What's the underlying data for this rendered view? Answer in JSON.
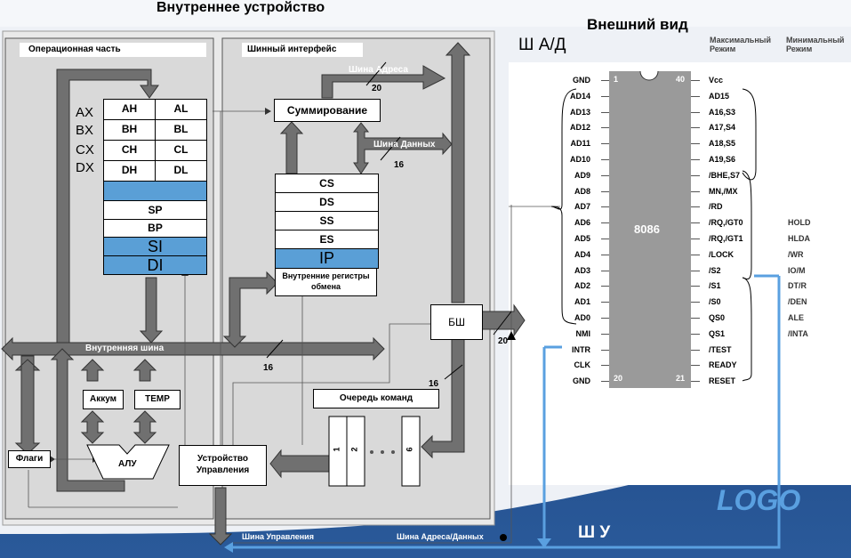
{
  "title_internal": "Внутреннее устройство",
  "title_external": "Внешний вид",
  "sha_d": "Ш А/Д",
  "mode_max": "Максимальный\nРежим",
  "mode_min": "Минимальный\nРежим",
  "op_part": "Операционная часть",
  "bus_iface": "Шинный интерфейс",
  "gp_labels": [
    "AX",
    "BX",
    "CX",
    "DX"
  ],
  "gp_regs": [
    [
      "AH",
      "AL"
    ],
    [
      "BH",
      "BL"
    ],
    [
      "CH",
      "CL"
    ],
    [
      "DH",
      "DL"
    ]
  ],
  "idx_regs": [
    "SP",
    "BP"
  ],
  "si": "SI",
  "di": "DI",
  "seg_regs": [
    "CS",
    "DS",
    "SS",
    "ES"
  ],
  "ip": "IP",
  "internal_regs": "Внутренние регистры обмена",
  "summ": "Суммирование",
  "addr_bus": "Шина Адреса",
  "data_bus": "Шина Данных",
  "n20a": "20",
  "n16a": "16",
  "n20b": "20",
  "n16b": "16",
  "n16c": "16",
  "int_bus": "Внутренняя шина",
  "bsh": "БШ",
  "queue": "Очередь команд",
  "queue_cells": [
    "1",
    "2",
    "6"
  ],
  "akkum": "Аккум",
  "temp": "TEMP",
  "alu": "АЛУ",
  "flags": "Флаги",
  "cu": "Устройство Управления",
  "ctl_bus": "Шина Управления",
  "ad_bus": "Шина Адреса/Данных",
  "shu": "Ш У",
  "logo": "LOGO",
  "chip": "8086",
  "pins_left": [
    "GND",
    "AD14",
    "AD13",
    "AD12",
    "AD11",
    "AD10",
    "AD9",
    "AD8",
    "AD7",
    "AD6",
    "AD5",
    "AD4",
    "AD3",
    "AD2",
    "AD1",
    "AD0",
    "NMI",
    "INTR",
    "CLK",
    "GND"
  ],
  "pins_right": [
    "Vcc",
    "AD15",
    "A16,S3",
    "A17,S4",
    "A18,S5",
    "A19,S6",
    "/BHE,S7",
    "MN,/MX",
    "/RD",
    "/RQ,/GT0",
    "/RQ,/GT1",
    "/LOCK",
    "/S2",
    "/S1",
    "/S0",
    "QS0",
    "QS1",
    "/TEST",
    "READY",
    "RESET"
  ],
  "pins_min": [
    "HOLD",
    "HLDA",
    "/WR",
    "IO/M",
    "DT/R",
    "/DEN",
    "ALE",
    "/INTA"
  ],
  "pin_nums": [
    "1",
    "40",
    "20",
    "21"
  ]
}
